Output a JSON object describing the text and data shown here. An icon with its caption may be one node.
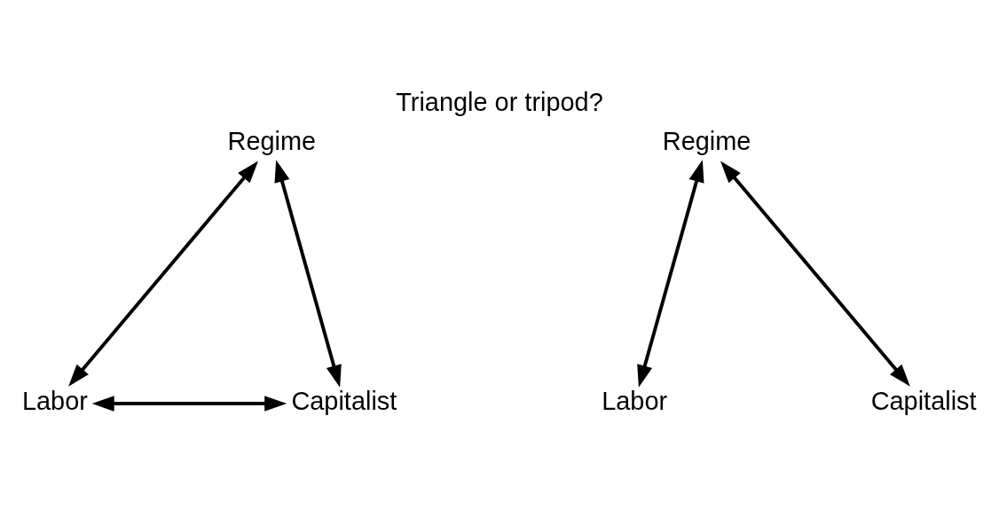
{
  "diagram": {
    "title": "Triangle or tripod?",
    "nodes": [
      {
        "text": [
          "Regime"
        ]
      },
      {
        "text": [
          "Labor"
        ]
      },
      {
        "text": [
          "Capitalist"
        ]
      },
      {
        "text": [
          "Regime"
        ]
      },
      {
        "text": [
          "Labor"
        ]
      },
      {
        "text": [
          "Capitalist"
        ]
      }
    ],
    "edges": [
      {
        "from": 0,
        "to": 1,
        "arrow": "both"
      },
      {
        "from": 0,
        "to": 2,
        "arrow": "both"
      },
      {
        "from": 1,
        "to": 2,
        "arrow": "both"
      },
      {
        "from": 3,
        "to": 4,
        "arrow": "both"
      },
      {
        "from": 3,
        "to": 5,
        "arrow": "both"
      }
    ]
  }
}
